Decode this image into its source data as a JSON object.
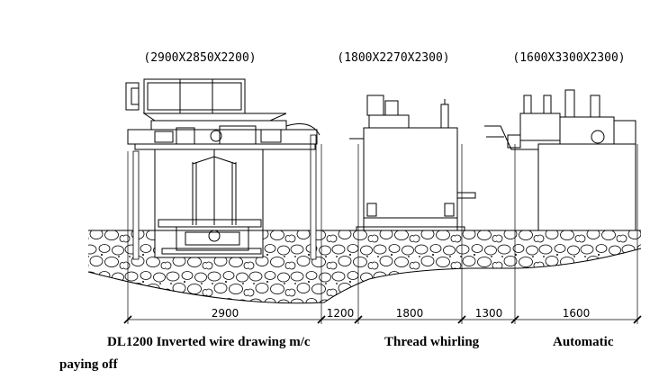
{
  "machines": [
    {
      "size_label": "(2900X2850X2200)"
    },
    {
      "size_label": "(1800X2270X2300)"
    },
    {
      "size_label": "(1600X3300X2300)"
    }
  ],
  "dimensions": [
    "2900",
    "1200",
    "1800",
    "1300",
    "1600"
  ],
  "captions": {
    "line1_machine": "DL1200 Inverted wire drawing m/c",
    "line1_thread": "Thread whirling",
    "line1_auto": "Automatic",
    "line2": "paying off"
  }
}
